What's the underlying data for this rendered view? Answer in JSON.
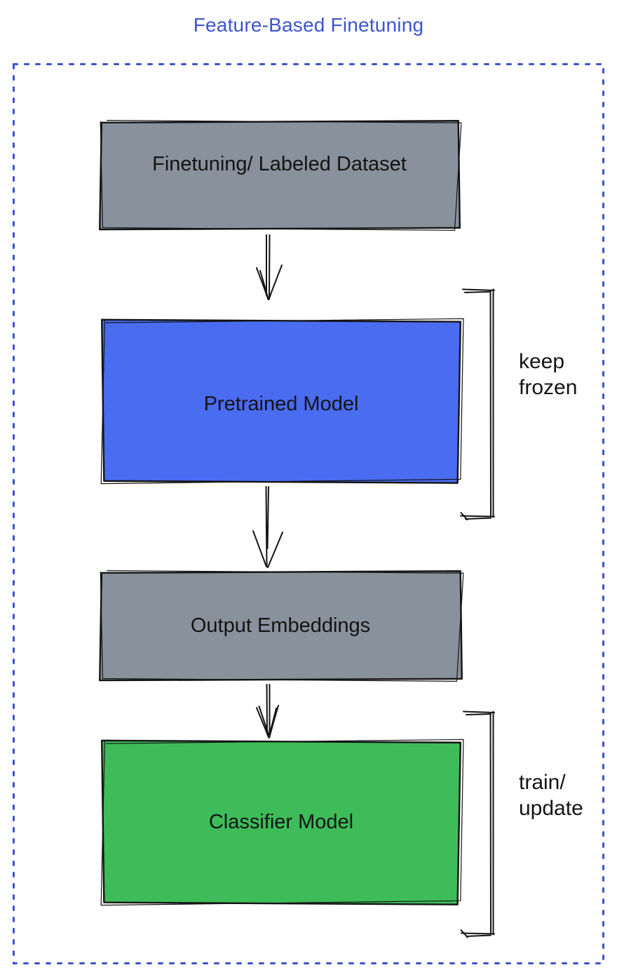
{
  "title": {
    "text": "Feature-Based Finetuning",
    "color": "#3D55D4"
  },
  "frame": {
    "border_color": "#3E52C9",
    "style": "dashed"
  },
  "colors": {
    "ink": "#141414"
  },
  "diagram": {
    "nodes": [
      {
        "id": "finetuning-dataset",
        "label": "Finetuning/ Labeled Dataset",
        "fill": "#88919C"
      },
      {
        "id": "pretrained-model",
        "label": "Pretrained Model",
        "fill": "#4A6CF1"
      },
      {
        "id": "output-embeddings",
        "label": "Output Embeddings",
        "fill": "#88919C"
      },
      {
        "id": "classifier-model",
        "label": "Classifier Model",
        "fill": "#3EBC59"
      }
    ],
    "edges": [
      {
        "from": "finetuning-dataset",
        "to": "pretrained-model",
        "style": "double-line-arrow"
      },
      {
        "from": "pretrained-model",
        "to": "output-embeddings",
        "style": "line-arrow"
      },
      {
        "from": "output-embeddings",
        "to": "classifier-model",
        "style": "double-line-arrow"
      }
    ],
    "annotations": [
      {
        "id": "keep-frozen",
        "text": "keep\nfrozen",
        "attached_to": "pretrained-model"
      },
      {
        "id": "train-update",
        "text": "train/\nupdate",
        "attached_to": "classifier-model"
      }
    ]
  }
}
